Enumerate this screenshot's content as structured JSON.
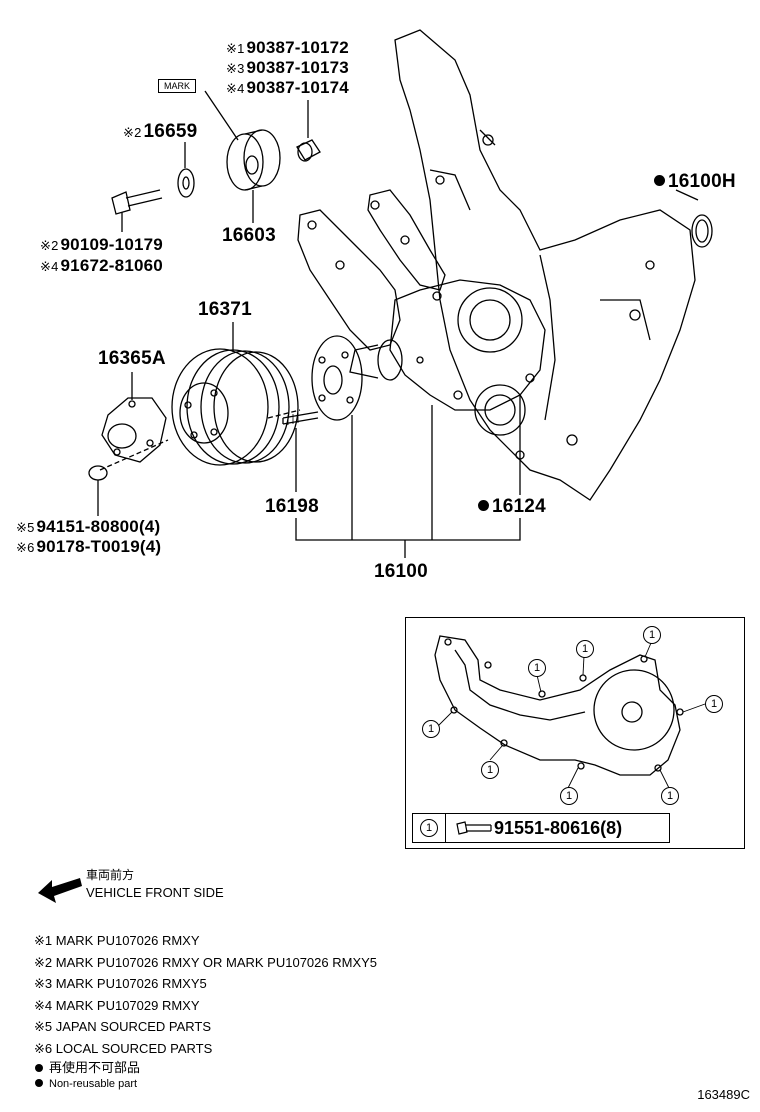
{
  "callouts": {
    "c16100h": "16100H",
    "bolt_mark_group": [
      {
        "mark": "※1",
        "part": "90387-10172"
      },
      {
        "mark": "※3",
        "part": "90387-10173"
      },
      {
        "mark": "※4",
        "part": "90387-10174"
      }
    ],
    "mark_label": "MARK",
    "c16659_mark": "※2",
    "c16659": "16659",
    "c16603": "16603",
    "bolt_group": [
      {
        "mark": "※2",
        "part": "90109-10179"
      },
      {
        "mark": "※4",
        "part": "91672-81060"
      }
    ],
    "c16371": "16371",
    "c16365a": "16365A",
    "nut_group": [
      {
        "mark": "※5",
        "part": "94151-80800(4)"
      },
      {
        "mark": "※6",
        "part": "90178-T0019(4)"
      }
    ],
    "c16198": "16198",
    "c16124": "16124",
    "c16100": "16100"
  },
  "inset": {
    "circle_label": "1",
    "legend_key": "1",
    "legend_part": "91551-80616(8)"
  },
  "front_side": {
    "jp": "車両前方",
    "en": "VEHICLE FRONT SIDE"
  },
  "notes": [
    "※1 MARK PU107026 RMXY",
    "※2 MARK PU107026 RMXY OR MARK PU107026 RMXY5",
    "※3 MARK PU107026 RMXY5",
    "※4 MARK PU107029 RMXY",
    "※5 JAPAN SOURCED PARTS",
    "※6 LOCAL SOURCED PARTS"
  ],
  "non_reusable": {
    "jp": "再使用不可部品",
    "en": "Non-reusable part"
  },
  "illustration_code": "163489C"
}
